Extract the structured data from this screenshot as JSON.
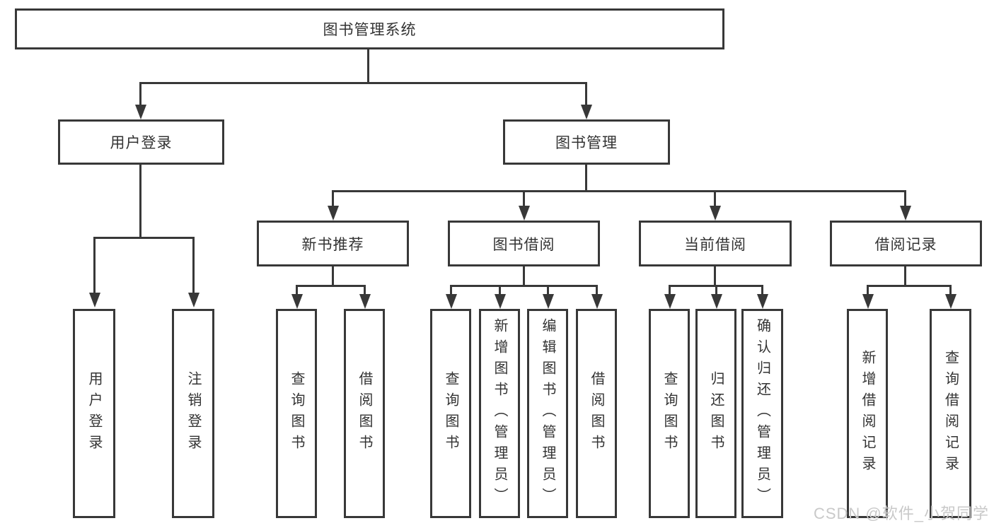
{
  "diagram": {
    "title": "图书管理系统",
    "nodes": {
      "root": "图书管理系统",
      "user_login": "用户登录",
      "book_management": "图书管理",
      "new_book_recommend": "新书推荐",
      "book_borrow": "图书借阅",
      "current_borrow": "当前借阅",
      "borrow_record": "借阅记录",
      "leaf_user_login": "用户登录",
      "leaf_logout": "注销登录",
      "leaf_nb_query_book": "查询图书",
      "leaf_nb_borrow_book": "借阅图书",
      "leaf_bb_query_book": "查询图书",
      "leaf_bb_add_book_admin": "新增图书（管理员）",
      "leaf_bb_edit_book_admin": "编辑图书（管理员）",
      "leaf_bb_borrow_book": "借阅图书",
      "leaf_cb_query_book": "查询图书",
      "leaf_cb_return_book": "归还图书",
      "leaf_cb_confirm_return_admin": "确认归还（管理员）",
      "leaf_br_add_record": "新增借阅记录",
      "leaf_br_query_record": "查询借阅记录"
    },
    "colors": {
      "line": "#383838",
      "text": "#333333",
      "background": "#ffffff",
      "watermark": "#c9c9c9"
    }
  },
  "watermark": "CSDN @软件_小贺同学"
}
